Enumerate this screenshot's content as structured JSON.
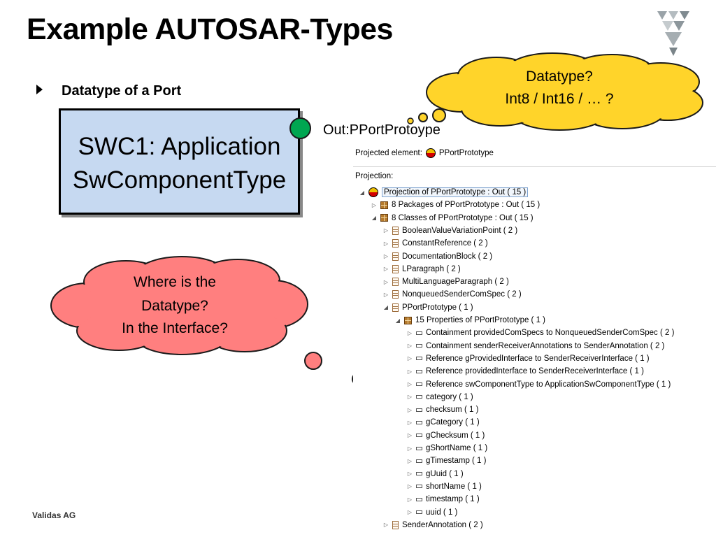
{
  "slide": {
    "title": "Example AUTOSAR-Types",
    "bullet": "Datatype of a Port",
    "footer": "Validas AG"
  },
  "component": {
    "line1": "SWC1: Application",
    "line2": "SwComponentType",
    "port_label": "Out:PPortProtoype"
  },
  "cloud_yellow": {
    "line1": "Datatype?",
    "line2": "Int8 / Int16 / … ?"
  },
  "cloud_red": {
    "line1": "Where is the",
    "line2": "Datatype?",
    "line3": "In the Interface?"
  },
  "colors": {
    "component_fill": "#c6d9f1",
    "port_green": "#00a651",
    "cloud_yellow": "#ffd42a",
    "cloud_red": "#ff7f7f"
  },
  "tree": {
    "projected_element_label": "Projected element:",
    "projected_element_value": "PPortPrototype",
    "projection_label": "Projection:",
    "rows": [
      {
        "depth": 0,
        "toggle": "expanded",
        "icon": "projection-icon",
        "label": "Projection of PPortPrototype : Out ( 15 )",
        "selected": true
      },
      {
        "depth": 1,
        "toggle": "collapsed",
        "icon": "package-icon",
        "label": "8 Packages of PPortPrototype : Out ( 15 )"
      },
      {
        "depth": 1,
        "toggle": "expanded",
        "icon": "package-icon",
        "label": "8 Classes of PPortPrototype : Out ( 15 )"
      },
      {
        "depth": 2,
        "toggle": "collapsed",
        "icon": "class-icon",
        "label": "BooleanValueVariationPoint ( 2 )"
      },
      {
        "depth": 2,
        "toggle": "collapsed",
        "icon": "class-icon",
        "label": "ConstantReference ( 2 )"
      },
      {
        "depth": 2,
        "toggle": "collapsed",
        "icon": "class-icon",
        "label": "DocumentationBlock ( 2 )"
      },
      {
        "depth": 2,
        "toggle": "collapsed",
        "icon": "class-icon",
        "label": "LParagraph ( 2 )"
      },
      {
        "depth": 2,
        "toggle": "collapsed",
        "icon": "class-icon",
        "label": "MultiLanguageParagraph ( 2 )"
      },
      {
        "depth": 2,
        "toggle": "collapsed",
        "icon": "class-icon",
        "label": "NonqueuedSenderComSpec ( 2 )"
      },
      {
        "depth": 2,
        "toggle": "expanded",
        "icon": "class-icon",
        "label": "PPortPrototype ( 1 )"
      },
      {
        "depth": 3,
        "toggle": "expanded",
        "icon": "package-icon",
        "label": "15 Properties of PPortPrototype ( 1 )"
      },
      {
        "depth": 4,
        "toggle": "collapsed",
        "icon": "property-icon",
        "label": "Containment providedComSpecs to NonqueuedSenderComSpec ( 2 )"
      },
      {
        "depth": 4,
        "toggle": "collapsed",
        "icon": "property-icon",
        "label": "Containment senderReceiverAnnotations to SenderAnnotation ( 2 )"
      },
      {
        "depth": 4,
        "toggle": "collapsed",
        "icon": "property-icon",
        "label": "Reference gProvidedInterface to SenderReceiverInterface ( 1 )"
      },
      {
        "depth": 4,
        "toggle": "collapsed",
        "icon": "property-icon",
        "label": "Reference providedInterface to SenderReceiverInterface ( 1 )"
      },
      {
        "depth": 4,
        "toggle": "collapsed",
        "icon": "property-icon",
        "label": "Reference swComponentType to ApplicationSwComponentType ( 1 )"
      },
      {
        "depth": 4,
        "toggle": "collapsed",
        "icon": "property-icon",
        "label": "category ( 1 )"
      },
      {
        "depth": 4,
        "toggle": "collapsed",
        "icon": "property-icon",
        "label": "checksum ( 1 )"
      },
      {
        "depth": 4,
        "toggle": "collapsed",
        "icon": "property-icon",
        "label": "gCategory ( 1 )"
      },
      {
        "depth": 4,
        "toggle": "collapsed",
        "icon": "property-icon",
        "label": "gChecksum ( 1 )"
      },
      {
        "depth": 4,
        "toggle": "collapsed",
        "icon": "property-icon",
        "label": "gShortName ( 1 )"
      },
      {
        "depth": 4,
        "toggle": "collapsed",
        "icon": "property-icon",
        "label": "gTimestamp ( 1 )"
      },
      {
        "depth": 4,
        "toggle": "collapsed",
        "icon": "property-icon",
        "label": "gUuid ( 1 )"
      },
      {
        "depth": 4,
        "toggle": "collapsed",
        "icon": "property-icon",
        "label": "shortName ( 1 )"
      },
      {
        "depth": 4,
        "toggle": "collapsed",
        "icon": "property-icon",
        "label": "timestamp ( 1 )"
      },
      {
        "depth": 4,
        "toggle": "collapsed",
        "icon": "property-icon",
        "label": "uuid ( 1 )"
      },
      {
        "depth": 2,
        "toggle": "collapsed",
        "icon": "class-icon",
        "label": "SenderAnnotation ( 2 )"
      }
    ]
  }
}
